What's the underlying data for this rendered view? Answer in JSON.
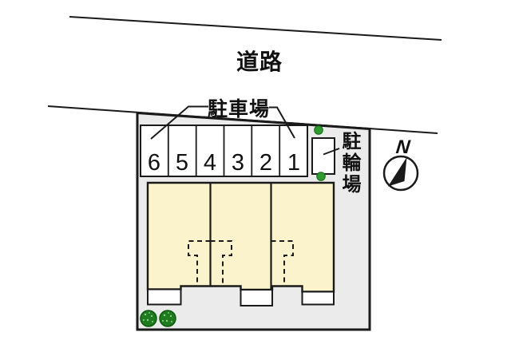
{
  "road": {
    "label": "道路"
  },
  "parking": {
    "label": "駐車場",
    "spaces": [
      {
        "number": "6"
      },
      {
        "number": "5"
      },
      {
        "number": "4"
      },
      {
        "number": "3"
      },
      {
        "number": "2"
      },
      {
        "number": "1"
      }
    ]
  },
  "bicycle": {
    "label": "駐輪場"
  },
  "compass": {
    "label": "N"
  },
  "building": {
    "units": 3,
    "entrances": 3
  },
  "landscaping": {
    "shrub_count": 2,
    "marker_count": 2
  },
  "colors": {
    "property_fill": "#ebebeb",
    "building_fill": "#faf3cb",
    "outline": "#1a1a1a",
    "shrub_green": "#1e7b1e",
    "shrub_speckle": "#8fd48f",
    "dot_green": "#2e9b2e",
    "paper": "#ffffff"
  }
}
